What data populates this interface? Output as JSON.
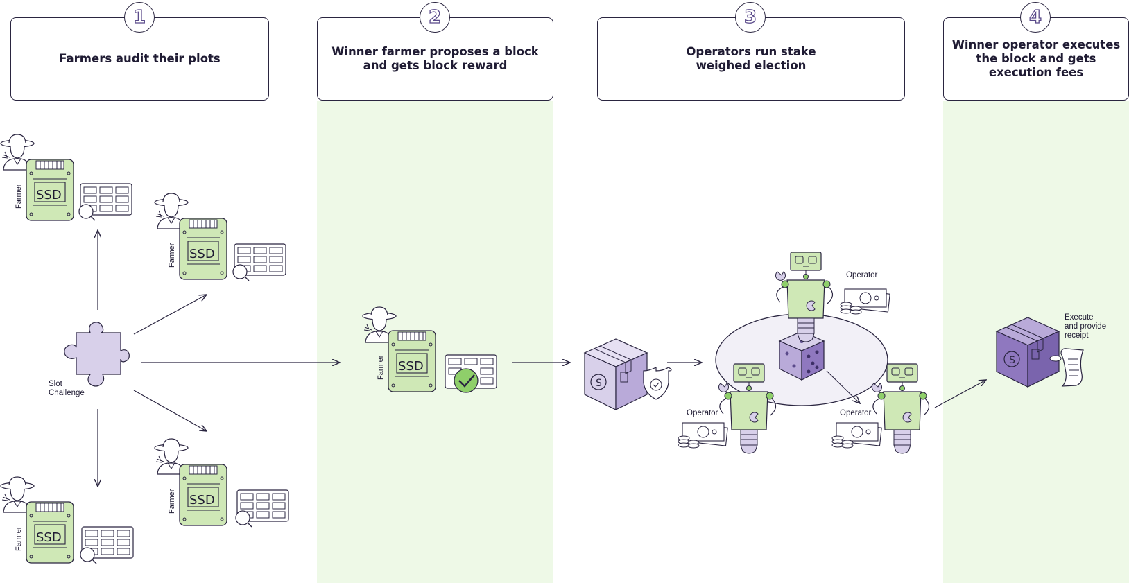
{
  "steps": [
    {
      "num": "1",
      "title": "Farmers audit their plots"
    },
    {
      "num": "2",
      "title": "Winner farmer proposes a block\nand gets block reward"
    },
    {
      "num": "3",
      "title": "Operators run stake\nweighed election"
    },
    {
      "num": "4",
      "title": "Winner operator executes\nthe block and gets\nexecution fees"
    }
  ],
  "labels": {
    "slot_challenge": "Slot\nChallenge",
    "farmer": "Farmer",
    "ssd": "SSD",
    "operator": "Operator",
    "execute_receipt": "Execute\nand provide\nreceipt"
  },
  "colors": {
    "green_fill": "#cfe8b6",
    "green_band": "#eef9e7",
    "purple_light": "#d8d0ea",
    "purple_dark": "#8f78bf",
    "stroke": "#2a2540"
  }
}
